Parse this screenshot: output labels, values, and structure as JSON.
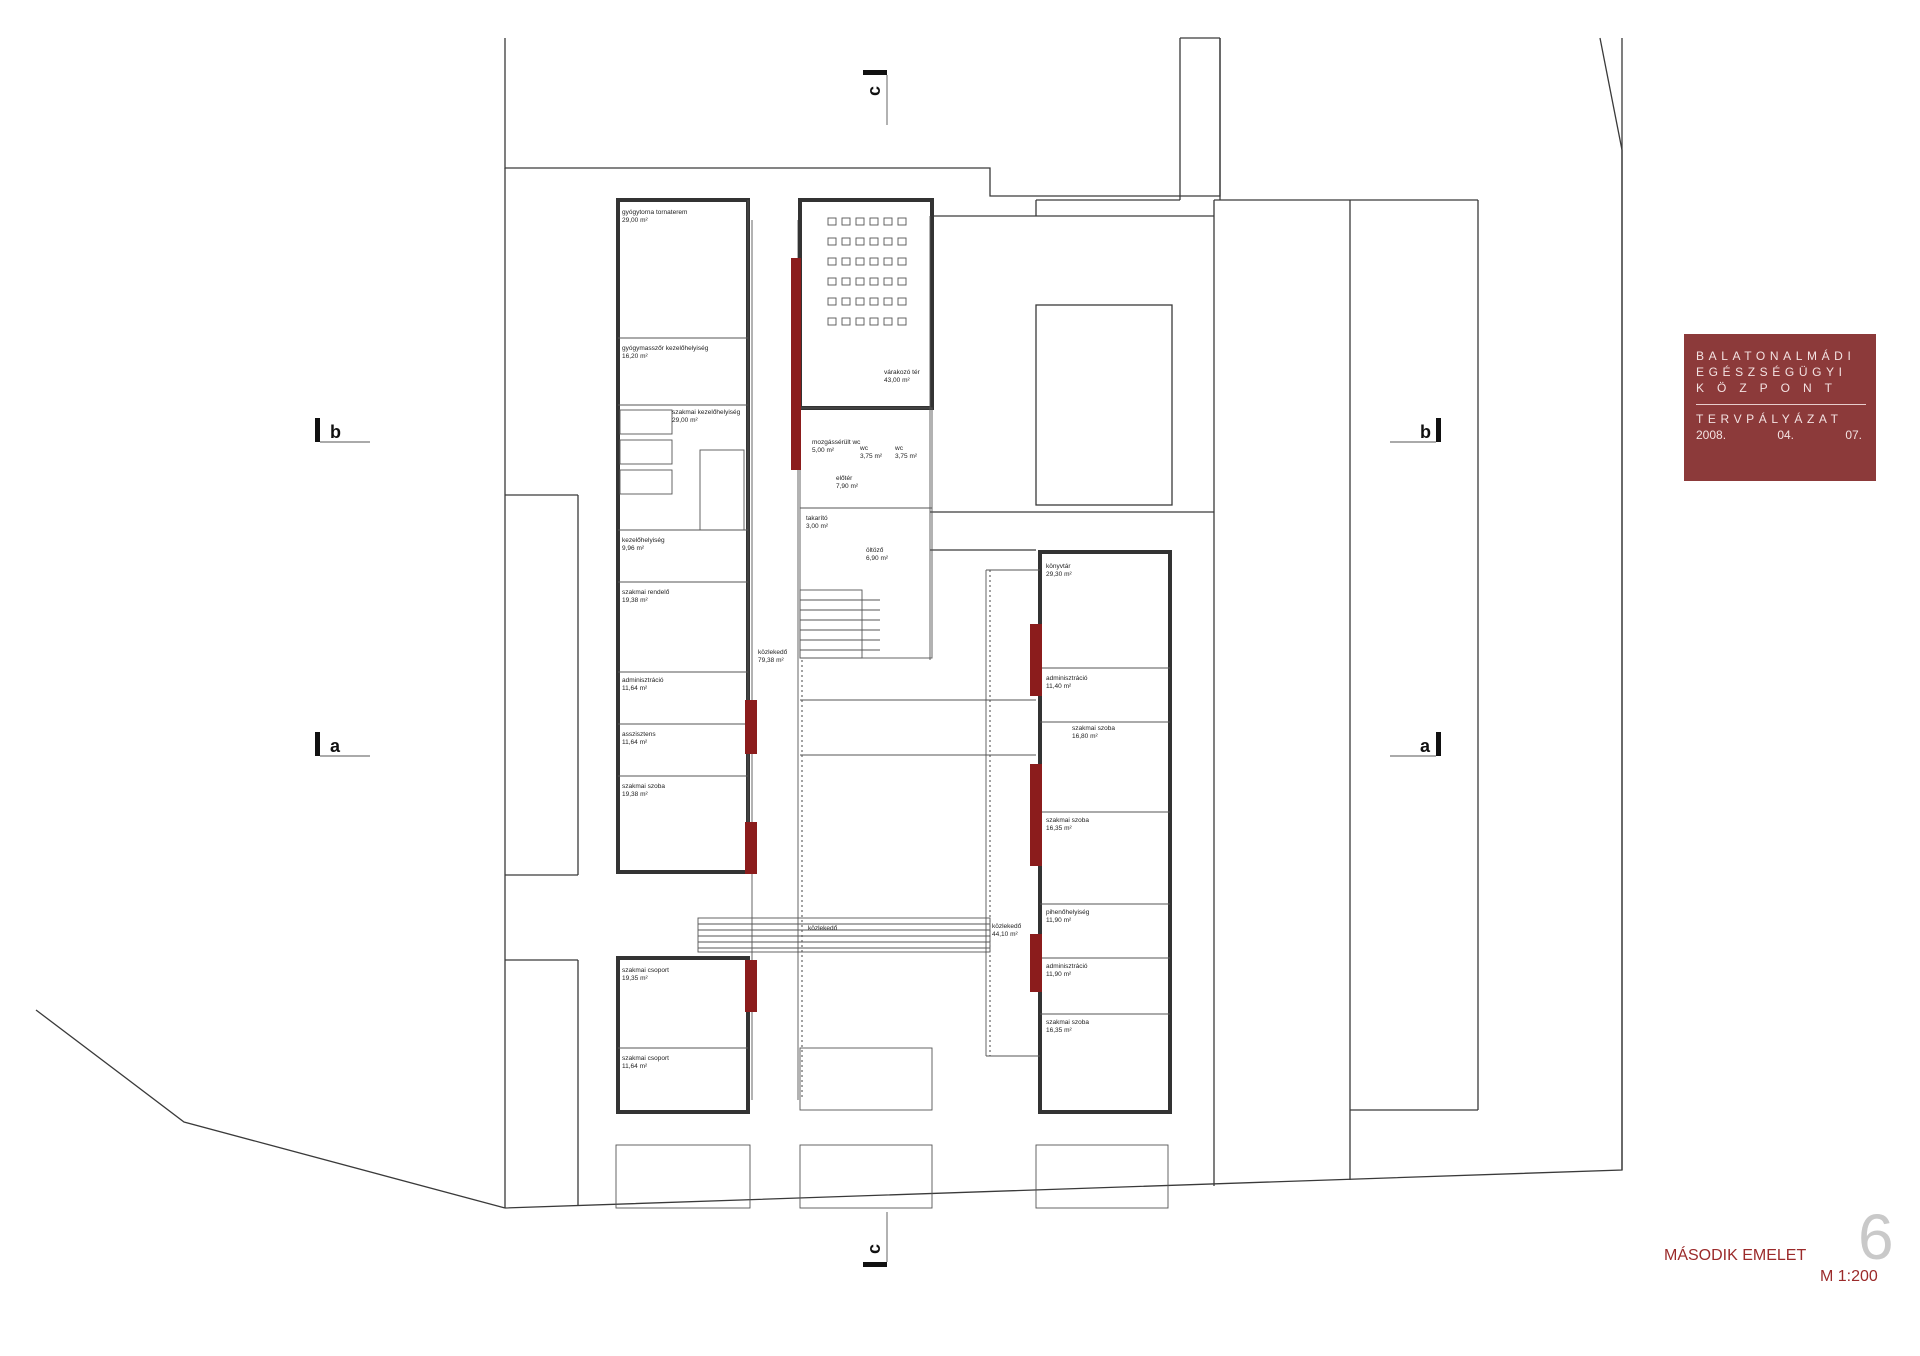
{
  "title_block": {
    "line1": "BALATONALMÁDI",
    "line2": "EGÉSZSÉGÜGYI",
    "line3": "KÖZPONT",
    "line4": "TERVPÁLYÁZAT",
    "date_year": "2008.",
    "date_month": "04.",
    "date_day": "07."
  },
  "floor_label": "MÁSODIK EMELET",
  "scale_label": "M 1:200",
  "sheet_number": "6",
  "section_markers": {
    "a": "a",
    "b": "b",
    "c": "c"
  },
  "colors": {
    "accent_panel": "#8b1c1c",
    "title_block_bg": "#8c3a3a",
    "label_red": "#9b2a2a"
  },
  "rooms_west": [
    [
      "gyógytorna tornaterem",
      "29,00 m²"
    ],
    [
      "gyógymasszőr kezelőhelyiség",
      "16,20 m²"
    ],
    [
      "szakmai kezelőhelyiség",
      "29,00 m²"
    ],
    [
      "kezelőhelyiség",
      "9,96 m²"
    ],
    [
      "szakmai rendelő",
      "19,38 m²"
    ],
    [
      "adminisztráció",
      "11,64 m²"
    ],
    [
      "asszisztens",
      "11,64 m²"
    ],
    [
      "szakmai szoba",
      "19,38 m²"
    ],
    [
      "szakmai csoport",
      "19,35 m²"
    ],
    [
      "szakmai csoport",
      "11,64 m²"
    ]
  ],
  "rooms_core": [
    [
      "várakozó tér",
      "43,00 m²"
    ],
    [
      "mozgássérült wc",
      "5,00 m²"
    ],
    [
      "wc",
      "3,75 m²"
    ],
    [
      "wc",
      "3,75 m²"
    ],
    [
      "előtér",
      "7,90 m²"
    ],
    [
      "takarító",
      "3,00 m²"
    ],
    [
      "öltöző",
      "6,90 m²"
    ]
  ],
  "rooms_east": [
    [
      "könyvtár",
      "29,30 m²"
    ],
    [
      "adminisztráció",
      "11,40 m²"
    ],
    [
      "szakmai szoba",
      "16,80 m²"
    ],
    [
      "szakmai szoba",
      "16,35 m²"
    ],
    [
      "pihenőhelyiség",
      "11,90 m²"
    ],
    [
      "adminisztráció",
      "11,90 m²"
    ],
    [
      "szakmai szoba",
      "16,35 m²"
    ]
  ],
  "corridors": [
    [
      "közlekedő",
      "79,38 m²"
    ],
    [
      "közlekedő",
      "44,10 m²"
    ],
    [
      "közlekedő",
      ""
    ]
  ]
}
